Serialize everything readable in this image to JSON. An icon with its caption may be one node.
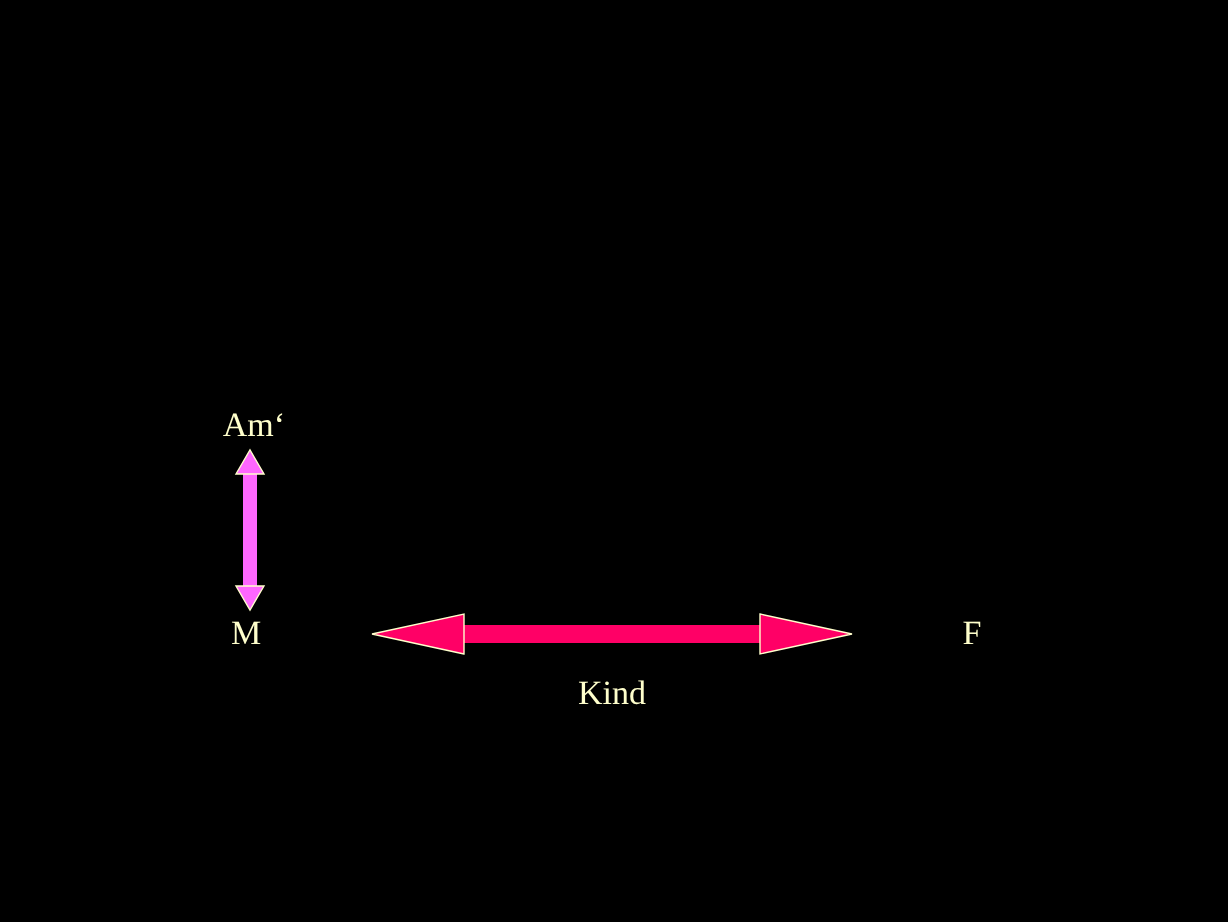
{
  "diagram": {
    "nodes": [
      {
        "text": [
          "Am‘"
        ]
      },
      {
        "text": [
          "M"
        ]
      },
      {
        "text": [
          "F"
        ]
      }
    ],
    "edges": [
      {
        "from": 0,
        "to": 1,
        "arrow": "both",
        "color": "#ff66ff"
      },
      {
        "from": 1,
        "to": 2,
        "arrow": "both",
        "color": "#ff0066",
        "label": "Kind"
      }
    ]
  }
}
